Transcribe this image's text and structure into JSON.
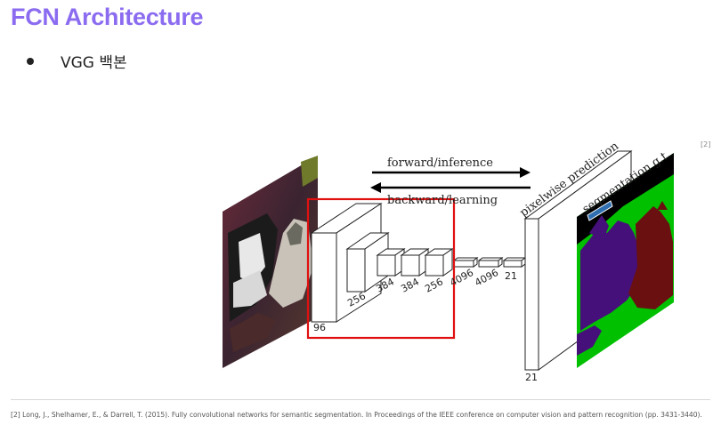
{
  "slide": {
    "title": "FCN Architecture",
    "bullet": "VGG 백본",
    "ref_tag": "[2]",
    "footnote": "[2] Long, J., Shelhamer, E., & Darrell, T. (2015). Fully convolutional networks for semantic segmentation. In Proceedings of the IEEE conference on computer vision and pattern recognition (pp. 3431-3440)."
  },
  "diagram": {
    "forward_label": "forward/inference",
    "backward_label": "backward/learning",
    "pixelwise_label": "pixelwise prediction",
    "gt_label": "segmentation g.t.",
    "layers": [
      "96",
      "256",
      "384",
      "384",
      "256",
      "4096",
      "4096",
      "21"
    ],
    "output_channels": "21",
    "colors": {
      "highlight": "#e01010",
      "gt_background": "#00c000",
      "gt_class_dog": "#46107a",
      "gt_class_cat": "#6a1010",
      "gt_void": "#000000",
      "gt_box": "#2f6fb0",
      "title": "#8b6cf0"
    }
  }
}
